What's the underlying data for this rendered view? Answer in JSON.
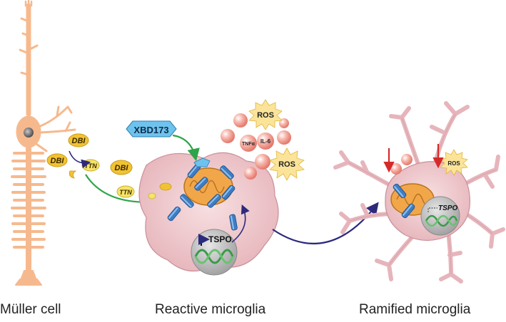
{
  "captions": {
    "muller_cell": "Müller cell",
    "reactive_microglia": "Reactive microglia",
    "ramified_microglia": "Ramified microglia"
  },
  "labels": {
    "xbd173": "XBD173",
    "dbi": "DBI",
    "ttn": "TTN",
    "ros": "ROS",
    "tnfa": "TNFα",
    "il6": "IL-6",
    "tspo": "TSPO"
  },
  "colors": {
    "muller": "#f6b98e",
    "microglia_body": "#eec7cb",
    "microglia_outline": "#c9909a",
    "xbd173": "#6ec3ee",
    "tspo_protein": "#3d7dc4",
    "mitochondria": "#f2a64a",
    "dbi": "#f1c233",
    "cytokine": "#f08a80",
    "ros_star": "#fbe49a",
    "arrow_green": "#2ea44a",
    "arrow_navy": "#2c2a7d",
    "arrow_red": "#d62a2a",
    "nucleus": "#b5b5b5",
    "dna": "#3a9a4a"
  }
}
